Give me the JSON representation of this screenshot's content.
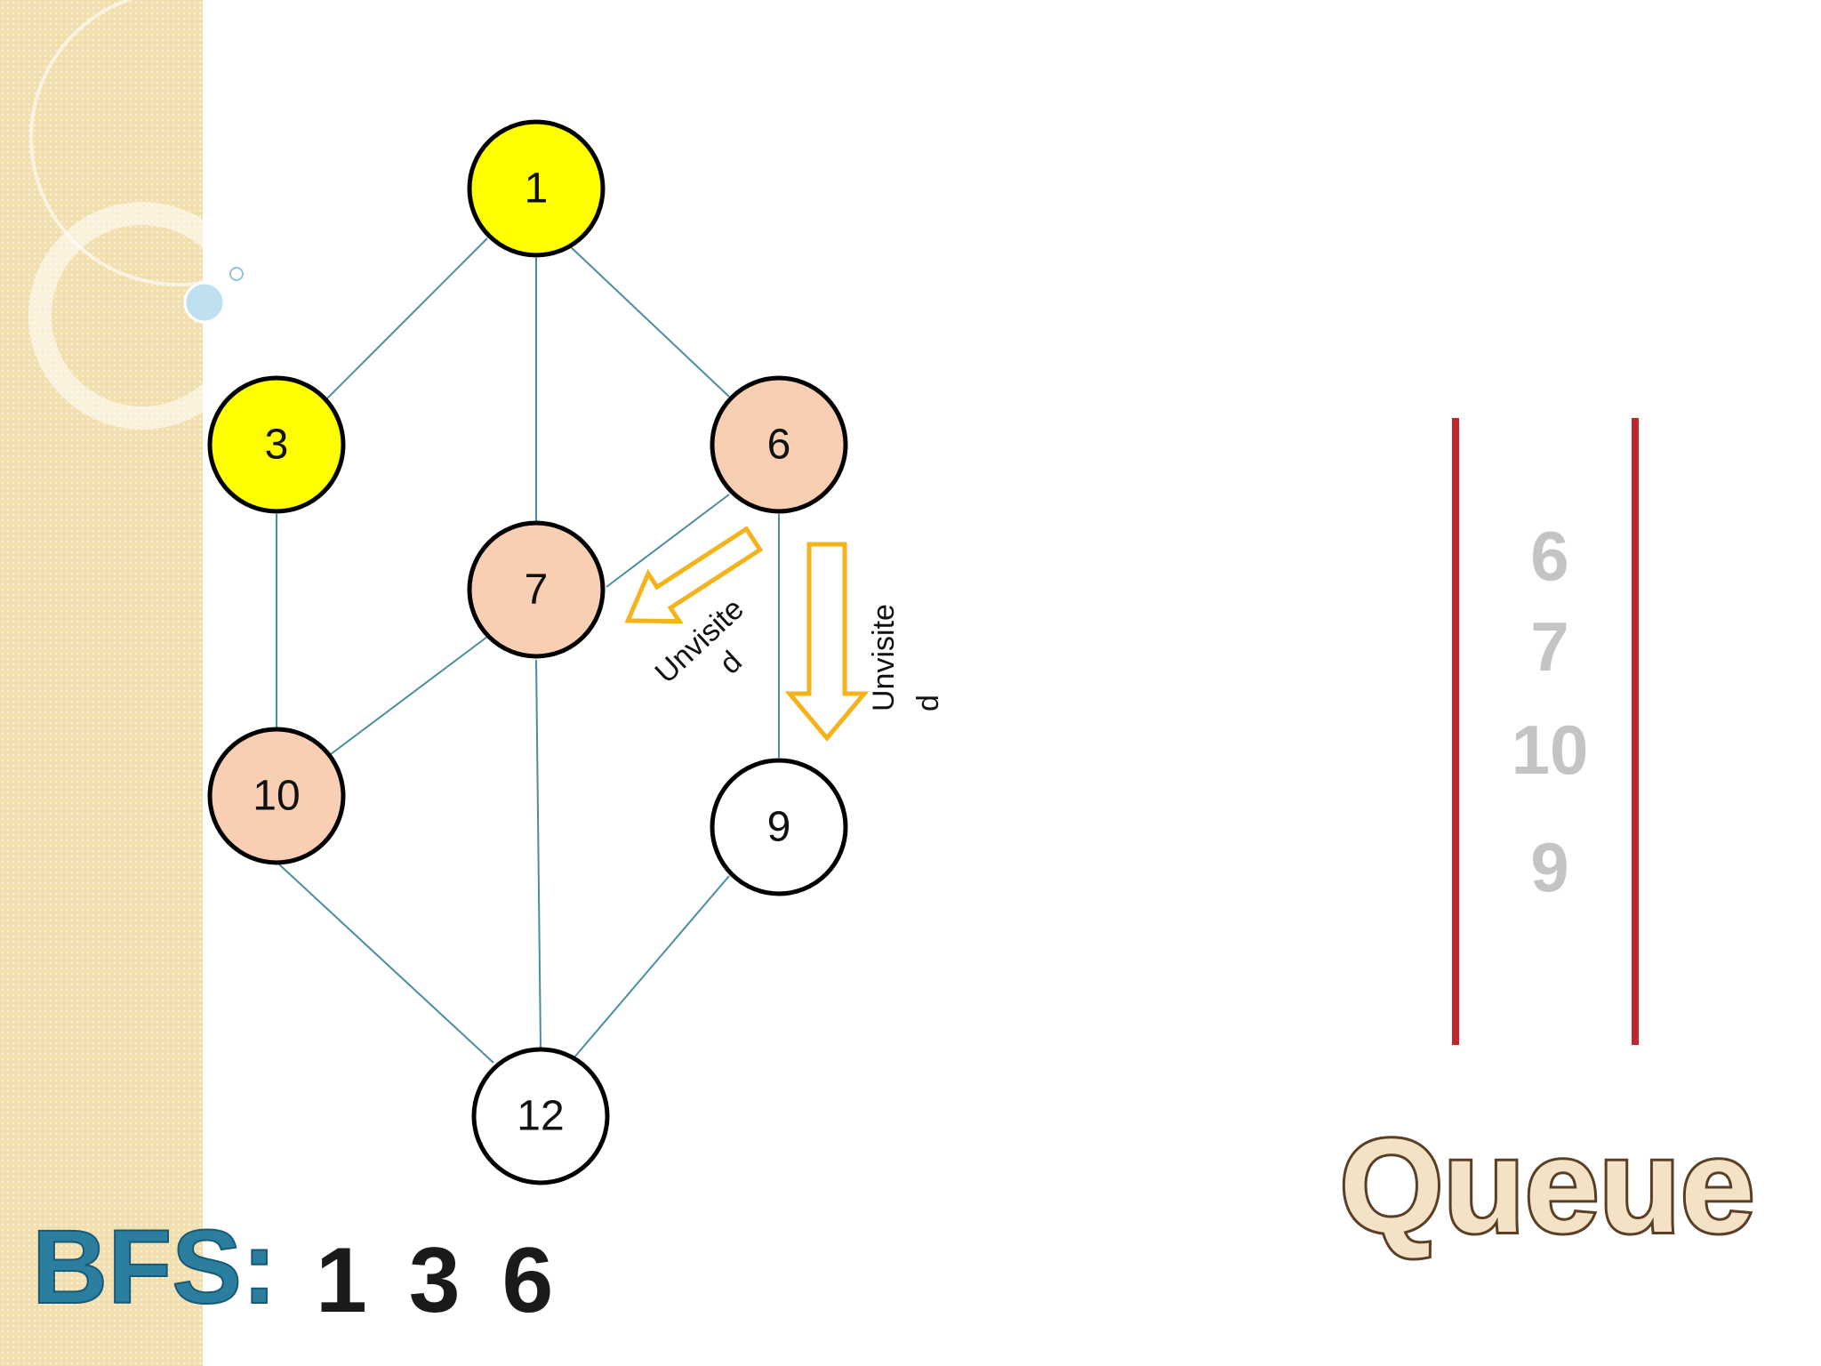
{
  "colors": {
    "visited": "#ffff00",
    "queued": "#f8cfb3",
    "unvisited": "#ffffff",
    "edge": "#4a8ea0",
    "arrow": "#f4b21b",
    "queue_border": "#c0272d",
    "queue_text": "#c4c4c4",
    "bfs_label": "#2b7e9e"
  },
  "graph": {
    "nodes": [
      {
        "id": "1",
        "label": "1",
        "state": "visited"
      },
      {
        "id": "3",
        "label": "3",
        "state": "visited"
      },
      {
        "id": "6",
        "label": "6",
        "state": "queued"
      },
      {
        "id": "7",
        "label": "7",
        "state": "queued"
      },
      {
        "id": "10",
        "label": "10",
        "state": "queued"
      },
      {
        "id": "9",
        "label": "9",
        "state": "unvisited"
      },
      {
        "id": "12",
        "label": "12",
        "state": "unvisited"
      }
    ],
    "edges": [
      [
        "1",
        "3"
      ],
      [
        "1",
        "7"
      ],
      [
        "1",
        "6"
      ],
      [
        "3",
        "10"
      ],
      [
        "6",
        "7"
      ],
      [
        "6",
        "9"
      ],
      [
        "7",
        "10"
      ],
      [
        "7",
        "12"
      ],
      [
        "10",
        "12"
      ],
      [
        "9",
        "12"
      ]
    ]
  },
  "annotations": [
    {
      "line1": "Unvisite",
      "line2": "d"
    },
    {
      "line1": "Unvisite",
      "line2": "d"
    }
  ],
  "queue": {
    "title": "Queue",
    "items": [
      "6",
      "7",
      "10",
      "9"
    ]
  },
  "bfs": {
    "label": "BFS:",
    "order": "1 3 6"
  }
}
